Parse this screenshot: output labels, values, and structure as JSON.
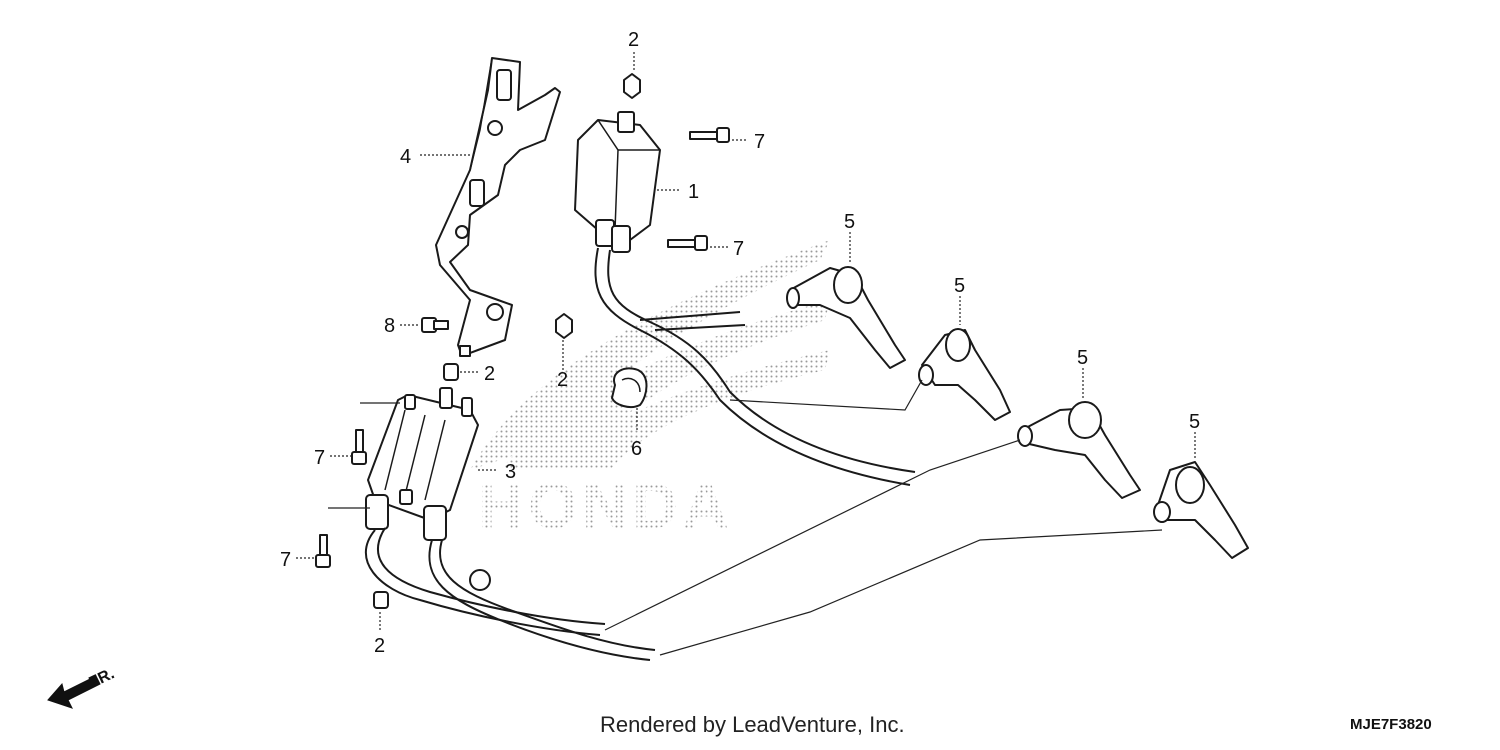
{
  "callouts": {
    "part_1": "1",
    "part_2_top": "2",
    "part_2_mid": "2",
    "part_2_right": "2",
    "part_2_bottom": "2",
    "part_3": "3",
    "part_4": "4",
    "part_5_a": "5",
    "part_5_b": "5",
    "part_5_c": "5",
    "part_5_d": "5",
    "part_6": "6",
    "part_7_a": "7",
    "part_7_b": "7",
    "part_7_c": "7",
    "part_7_d": "7",
    "part_8": "8"
  },
  "watermark": "HONDA",
  "direction": "FR.",
  "footer": {
    "credit": "Rendered by LeadVenture, Inc.",
    "diagram_code": "MJE7F3820"
  },
  "colors": {
    "line": "#1a1a1a",
    "watermark_dots": "#9a9a9a",
    "background": "#ffffff"
  }
}
